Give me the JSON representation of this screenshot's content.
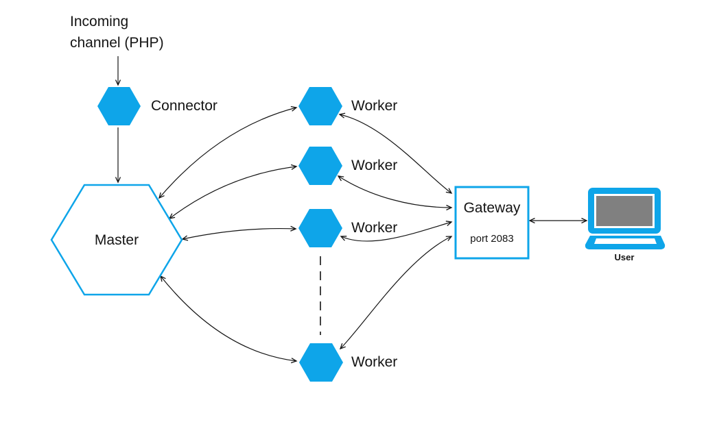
{
  "colors": {
    "accent": "#0EA5E9",
    "screen_gray": "#808080",
    "ink": "#141414"
  },
  "nodes": {
    "incoming": {
      "line1": "Incoming",
      "line2": "channel (PHP)"
    },
    "connector": {
      "label": "Connector"
    },
    "master": {
      "label": "Master"
    },
    "gateway": {
      "label": "Gateway",
      "port": "port 2083"
    },
    "user": {
      "label": "User"
    }
  },
  "workers": [
    {
      "label": "Worker"
    },
    {
      "label": "Worker"
    },
    {
      "label": "Worker"
    },
    {
      "label": "Worker"
    }
  ]
}
